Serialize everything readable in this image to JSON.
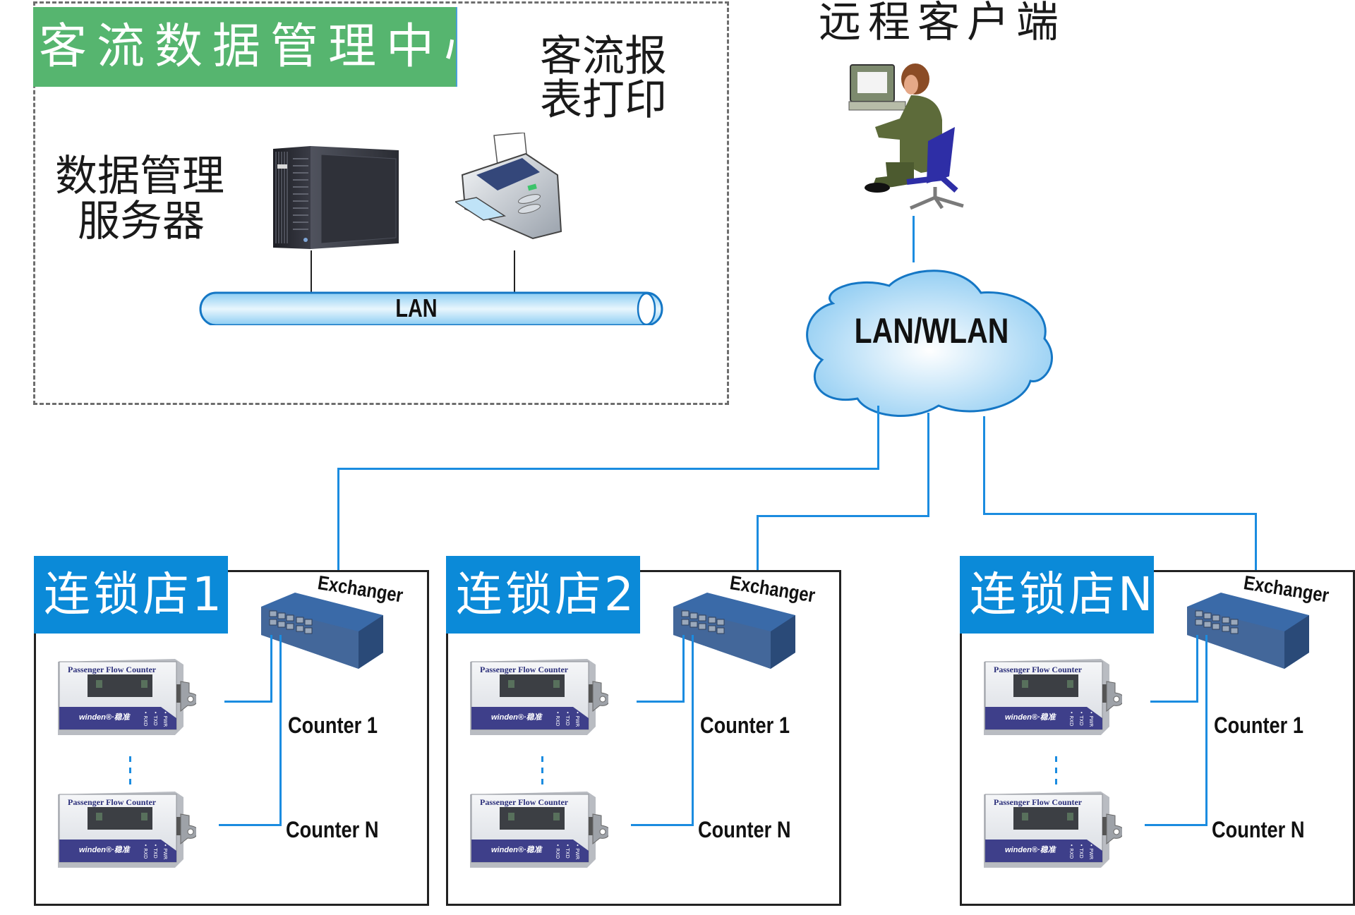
{
  "data_center": {
    "title": "客流数据管理中心",
    "server_label_line1": "数据管理",
    "server_label_line2": "服务器",
    "printer_label_line1": "客流报",
    "printer_label_line2": "表打印",
    "lan_label": "LAN",
    "title_bg_color": "#56b56f"
  },
  "remote": {
    "label": "远程客户端"
  },
  "network": {
    "cloud_label": "LAN/WLAN",
    "line_color": "#1b8ce0"
  },
  "stores": [
    {
      "label": "连锁店1",
      "switch_label": "Exchanger",
      "counter_first": "Counter 1",
      "counter_last": "Counter N",
      "device_title": "Passenger Flow Counter",
      "device_brand": "winden®·稳准",
      "device_leds": [
        "RXD",
        "TXD",
        "PWR"
      ]
    },
    {
      "label": "连锁店2",
      "switch_label": "Exchanger",
      "counter_first": "Counter 1",
      "counter_last": "Counter N",
      "device_title": "Passenger Flow Counter",
      "device_brand": "winden®·稳准",
      "device_leds": [
        "RXD",
        "TXD",
        "PWR"
      ]
    },
    {
      "label": "连锁店N",
      "switch_label": "Exchanger",
      "counter_first": "Counter 1",
      "counter_last": "Counter N",
      "device_title": "Passenger Flow Counter",
      "device_brand": "winden®·稳准",
      "device_leds": [
        "RXD",
        "TXD",
        "PWR"
      ]
    }
  ],
  "colors": {
    "store_label_bg": "#0b8ad8",
    "switch_body": "#3a6aa8",
    "cloud_fill": "#a9d6f5"
  }
}
